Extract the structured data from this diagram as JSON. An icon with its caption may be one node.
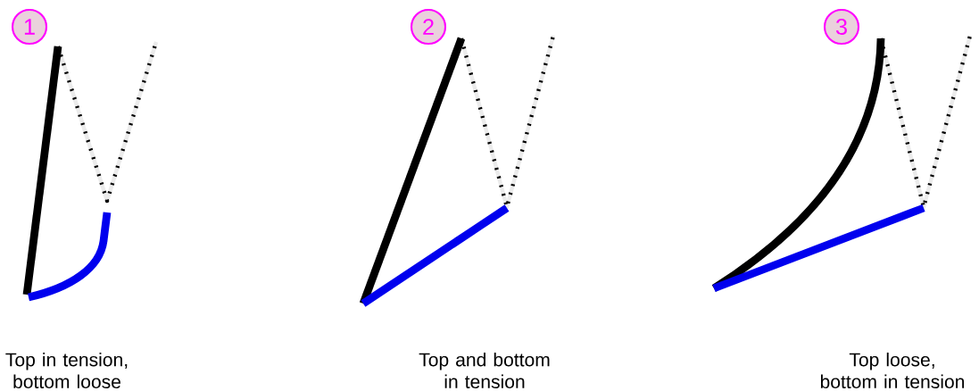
{
  "diagram": {
    "nodes": [
      {
        "text": [
          "1"
        ]
      },
      {
        "text": [
          "2"
        ]
      },
      {
        "text": [
          "3"
        ]
      }
    ],
    "labels": [
      "Top in tension, bottom loose",
      "Top and bottom in tension",
      "Top loose, bottom in tension"
    ]
  }
}
